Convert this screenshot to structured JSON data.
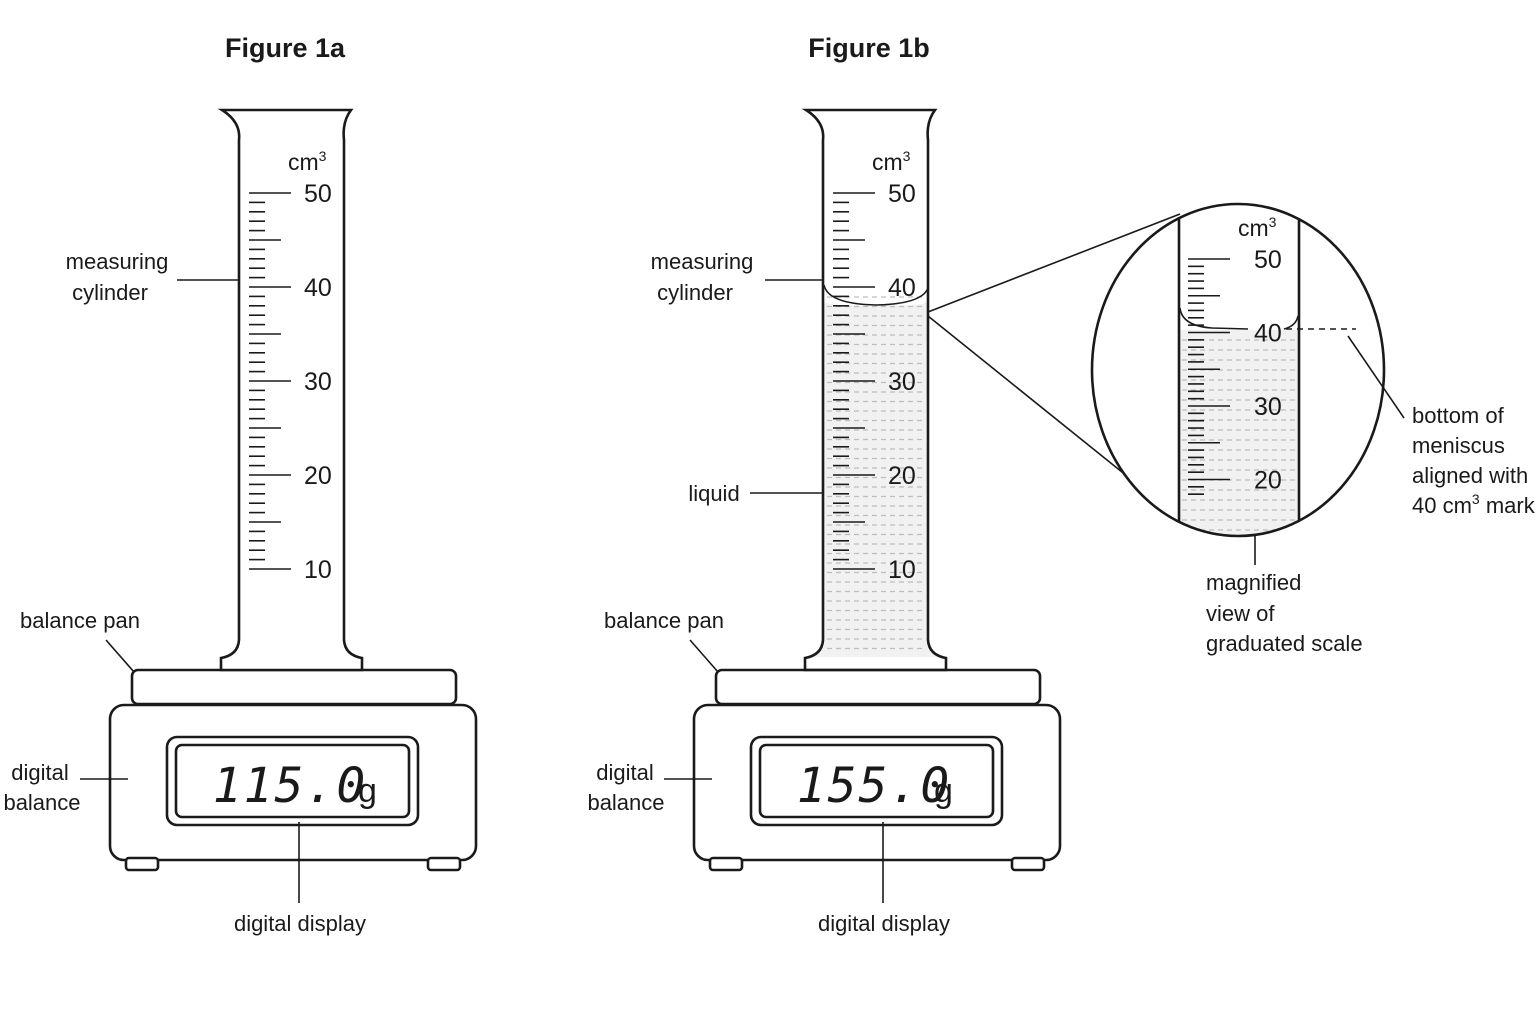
{
  "figures": [
    {
      "title": "Figure 1a",
      "labels": {
        "cylinder_1": "measuring",
        "cylinder_2": "cylinder",
        "pan": "balance pan",
        "balance_1": "digital",
        "balance_2": "balance",
        "display": "digital display"
      },
      "unit": "cm",
      "unit_sup": "3",
      "scale": [
        "10",
        "20",
        "30",
        "40",
        "50"
      ],
      "reading": "115.0",
      "reading_unit": "g",
      "liquid_level_cm3": 0
    },
    {
      "title": "Figure 1b",
      "labels": {
        "cylinder_1": "measuring",
        "cylinder_2": "cylinder",
        "liquid": "liquid",
        "pan": "balance pan",
        "balance_1": "digital",
        "balance_2": "balance",
        "display": "digital display"
      },
      "unit": "cm",
      "unit_sup": "3",
      "scale": [
        "10",
        "20",
        "30",
        "40",
        "50"
      ],
      "reading": "155.0",
      "reading_unit": "g",
      "liquid_level_cm3": 40
    }
  ],
  "magnifier": {
    "unit": "cm",
    "unit_sup": "3",
    "scale": [
      "20",
      "30",
      "40",
      "50"
    ],
    "caption": [
      "magnified",
      "view of",
      "graduated scale"
    ],
    "meniscus_note": [
      "bottom of",
      "meniscus",
      "aligned with"
    ],
    "meniscus_note_last": "40 cm",
    "meniscus_note_sup": "3",
    "meniscus_note_end": " mark"
  }
}
